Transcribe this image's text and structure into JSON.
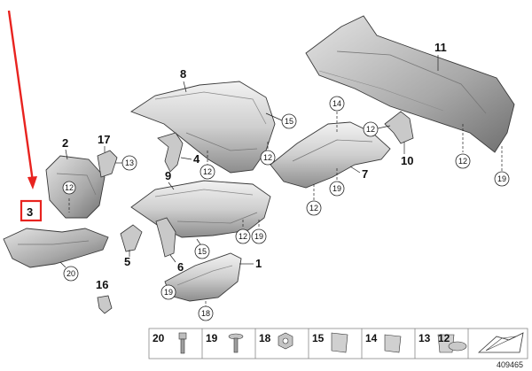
{
  "diagram_ref": "409465",
  "callout_3": "3",
  "main_labels": {
    "p1": "1",
    "p2": "2",
    "p3": "3",
    "p4": "4",
    "p5": "5",
    "p6": "6",
    "p7": "7",
    "p8": "8",
    "p9": "9",
    "p10": "10",
    "p11": "11",
    "p16": "16",
    "p17": "17"
  },
  "circled_labels": {
    "c12": "12",
    "c13": "13",
    "c14": "14",
    "c15": "15",
    "c18": "18",
    "c19": "19",
    "c20": "20"
  },
  "legend": [
    {
      "label": "20"
    },
    {
      "label": "19"
    },
    {
      "label": "18"
    },
    {
      "label": "15"
    },
    {
      "label": "14"
    },
    {
      "label": "13"
    },
    {
      "label": "12"
    }
  ],
  "colors": {
    "callout": "#e8231f",
    "part_light": "#eeeeee",
    "part_dark": "#9a9a9a"
  }
}
